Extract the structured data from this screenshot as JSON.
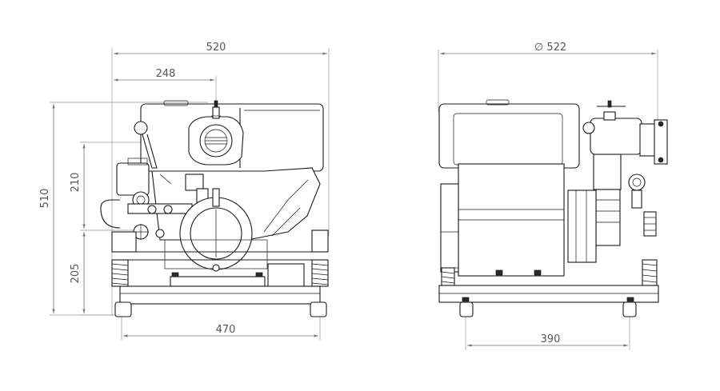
{
  "drawing": {
    "front_view": {
      "dim_width_top": "520",
      "dim_offset": "248",
      "dim_height_total": "510",
      "dim_upper": "210",
      "dim_lower": "205",
      "dim_base": "470"
    },
    "side_view": {
      "dim_diameter": "∅ 522",
      "dim_base": "390"
    }
  },
  "colors": {
    "line": "#1a1a1a",
    "dimension": "#777777",
    "text": "#555555"
  }
}
